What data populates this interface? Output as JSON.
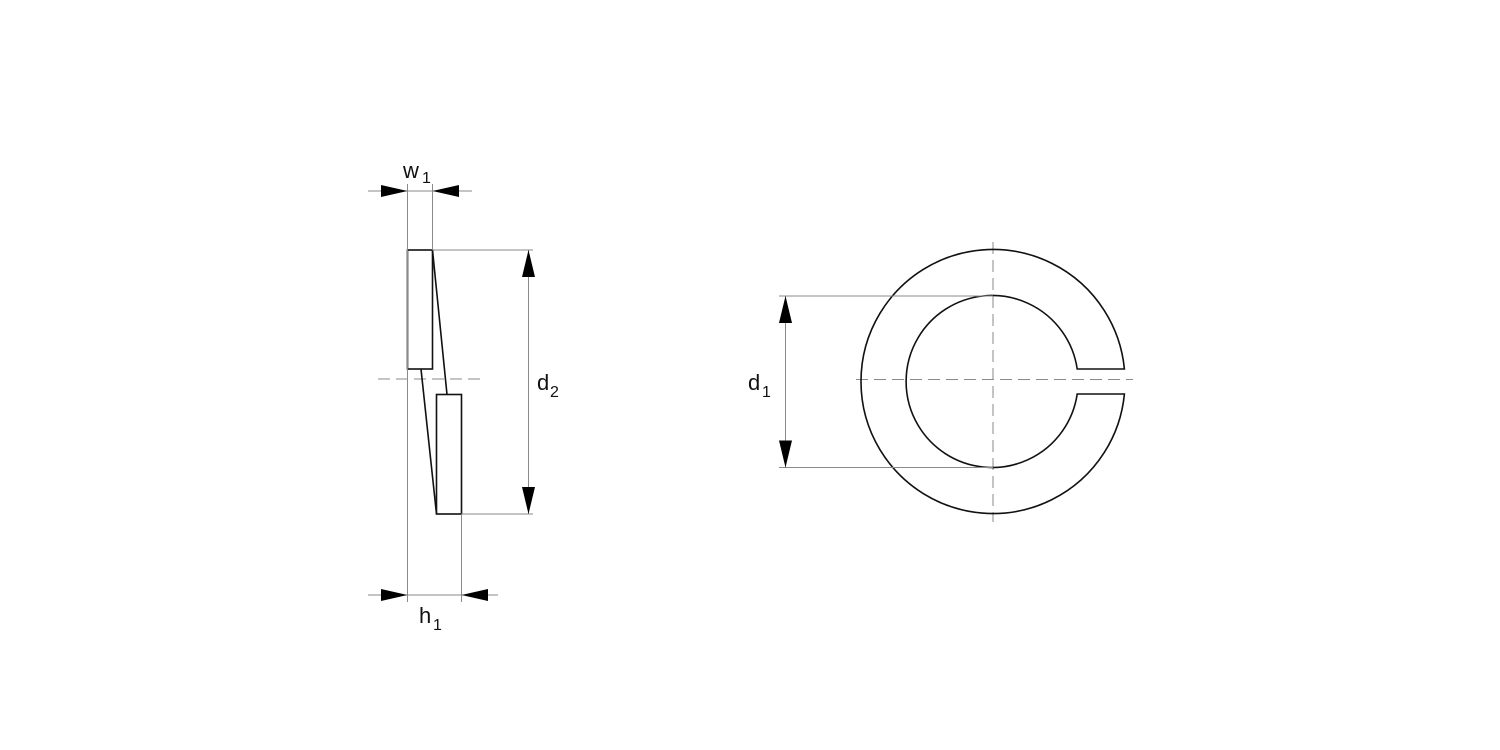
{
  "drawing": {
    "title": "Spring lock washer dimension drawing",
    "views": [
      {
        "name": "side-view",
        "description": "Split washer side section"
      },
      {
        "name": "front-view",
        "description": "Split ring with gap"
      }
    ],
    "dimensions": {
      "w1": {
        "base": "w",
        "sub": "1",
        "meaning": "width of washer section"
      },
      "h1": {
        "base": "h",
        "sub": "1",
        "meaning": "height of washer"
      },
      "d2": {
        "base": "d",
        "sub": "2",
        "meaning": "outer diameter"
      },
      "d1": {
        "base": "d",
        "sub": "1",
        "meaning": "inner diameter"
      }
    },
    "colors": {
      "outline": "#111111",
      "dimension_line": "#8a8a8a",
      "arrow": "#000000",
      "background": "#ffffff"
    }
  }
}
